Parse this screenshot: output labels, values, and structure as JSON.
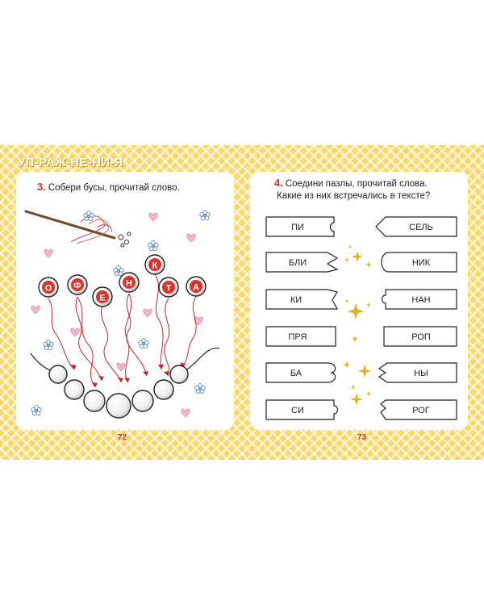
{
  "header": {
    "title": "УП-РАЖ-НЕ-НИ-Я"
  },
  "left_page": {
    "page_number": "72",
    "exercise": {
      "number": "3.",
      "text": "Собери бусы, прочитай слово."
    },
    "bead_letters": [
      "О",
      "Ф",
      "Е",
      "Н",
      "К",
      "Т",
      "А"
    ]
  },
  "right_page": {
    "page_number": "73",
    "exercise": {
      "number": "4.",
      "line1": "Соедини пазлы, прочитай слова.",
      "line2": "Какие из них встречались в тексте?"
    },
    "left_pieces": [
      "ПИ",
      "БЛИ",
      "КИ",
      "ПРЯ",
      "БА",
      "СИ"
    ],
    "right_pieces": [
      "СЕЛЬ",
      "НИК",
      "НАН",
      "РОП",
      "НЫ",
      "РОГ"
    ]
  },
  "colors": {
    "accent_red": "#d9342b",
    "background_yellow": "#f6d86a",
    "heart_pink": "#f5b8c8",
    "star_gold": "#e3b21c",
    "flower_blue": "#8fb8d8"
  }
}
